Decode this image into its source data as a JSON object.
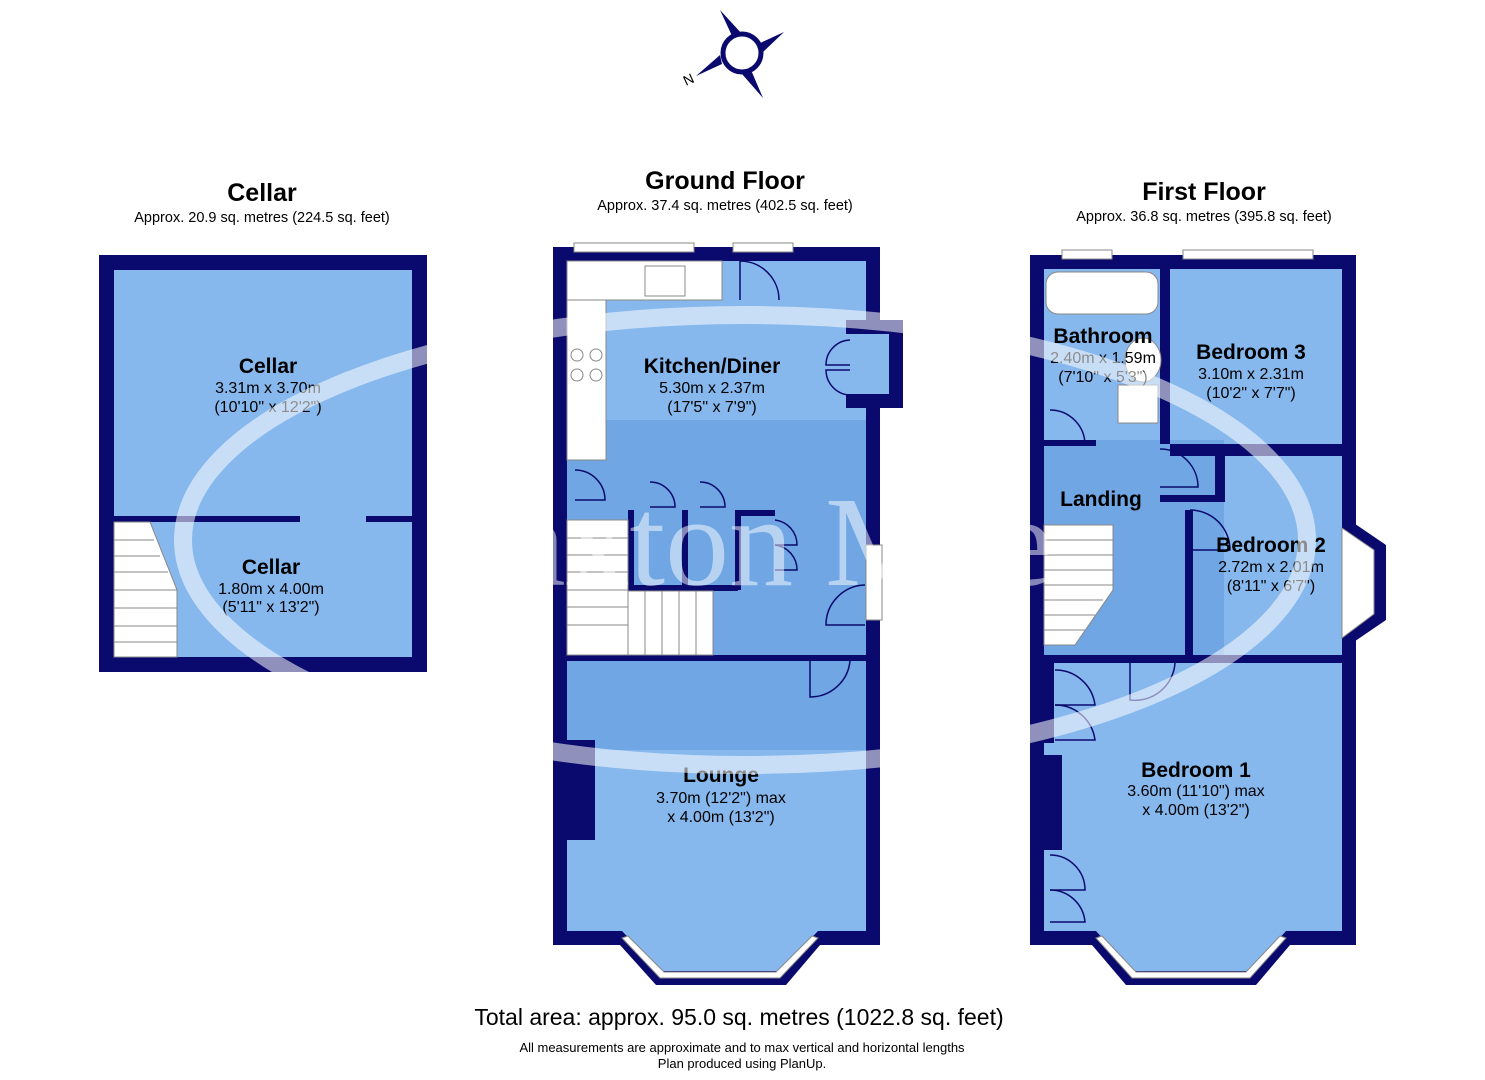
{
  "watermark": "Saxton Mee",
  "floors": [
    {
      "id": "cellar",
      "title": "Cellar",
      "area": "Approx. 20.9 sq. metres (224.5 sq. feet)",
      "rooms": [
        {
          "name": "Cellar",
          "dim1": "3.31m x 3.70m",
          "dim2": "(10'10\" x 12'2\")"
        },
        {
          "name": "Cellar",
          "dim1": "1.80m x 4.00m",
          "dim2": "(5'11\" x 13'2\")"
        }
      ]
    },
    {
      "id": "ground",
      "title": "Ground Floor",
      "area": "Approx. 37.4 sq. metres (402.5 sq. feet)",
      "rooms": [
        {
          "name": "Kitchen/Diner",
          "dim1": "5.30m x 2.37m",
          "dim2": "(17'5\" x 7'9\")"
        },
        {
          "name": "Lounge",
          "dim1": "3.70m (12'2\") max",
          "dim2": "x 4.00m (13'2\")"
        }
      ]
    },
    {
      "id": "first",
      "title": "First Floor",
      "area": "Approx. 36.8 sq. metres (395.8 sq. feet)",
      "rooms": [
        {
          "name": "Bathroom",
          "dim1": "2.40m x 1.59m",
          "dim2": "(7'10\" x 5'3\")"
        },
        {
          "name": "Bedroom 3",
          "dim1": "3.10m x 2.31m",
          "dim2": "(10'2\" x 7'7\")"
        },
        {
          "name": "Landing",
          "dim1": "",
          "dim2": ""
        },
        {
          "name": "Bedroom 2",
          "dim1": "2.72m x 2.01m",
          "dim2": "(8'11\" x 6'7\")"
        },
        {
          "name": "Bedroom 1",
          "dim1": "3.60m (11'10\") max",
          "dim2": "x 4.00m (13'2\")"
        }
      ]
    }
  ],
  "compass": {
    "label": "N"
  },
  "footer": {
    "total": "Total area: approx. 95.0 sq. metres (1022.8 sq. feet)",
    "note1": "All measurements are approximate and to max vertical and horizontal lengths",
    "note2": "Plan produced using PlanUp."
  },
  "colors": {
    "wall": "#0a0a6e",
    "room": "#86b7ed",
    "room_dark": "#6fa6e3",
    "watermark": "#ffffff"
  }
}
